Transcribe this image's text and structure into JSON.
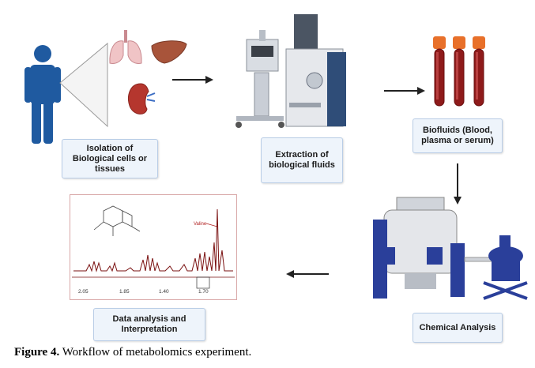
{
  "steps": {
    "isolation": "Isolation of\nBiological cells or\ntissues",
    "extraction": "Extraction of\nbiological fluids",
    "biofluids": "Biofluids (Blood,\nplasma or serum)",
    "chemical": "Chemical Analysis",
    "data": "Data analysis and\nInterpretation"
  },
  "spectrum": {
    "peak_label": "Valine",
    "axis_ticks": [
      "2.05",
      "1.85",
      "1.40",
      "1.70"
    ]
  },
  "caption": {
    "label": "Figure 4.",
    "text": " Workflow of metabolomics experiment."
  },
  "colors": {
    "person": "#1f5aa0",
    "blood": "#8e1a1a",
    "cap": "#e8702a",
    "nmr_blue": "#2a3f9a",
    "spectrum": "#7a1010"
  }
}
